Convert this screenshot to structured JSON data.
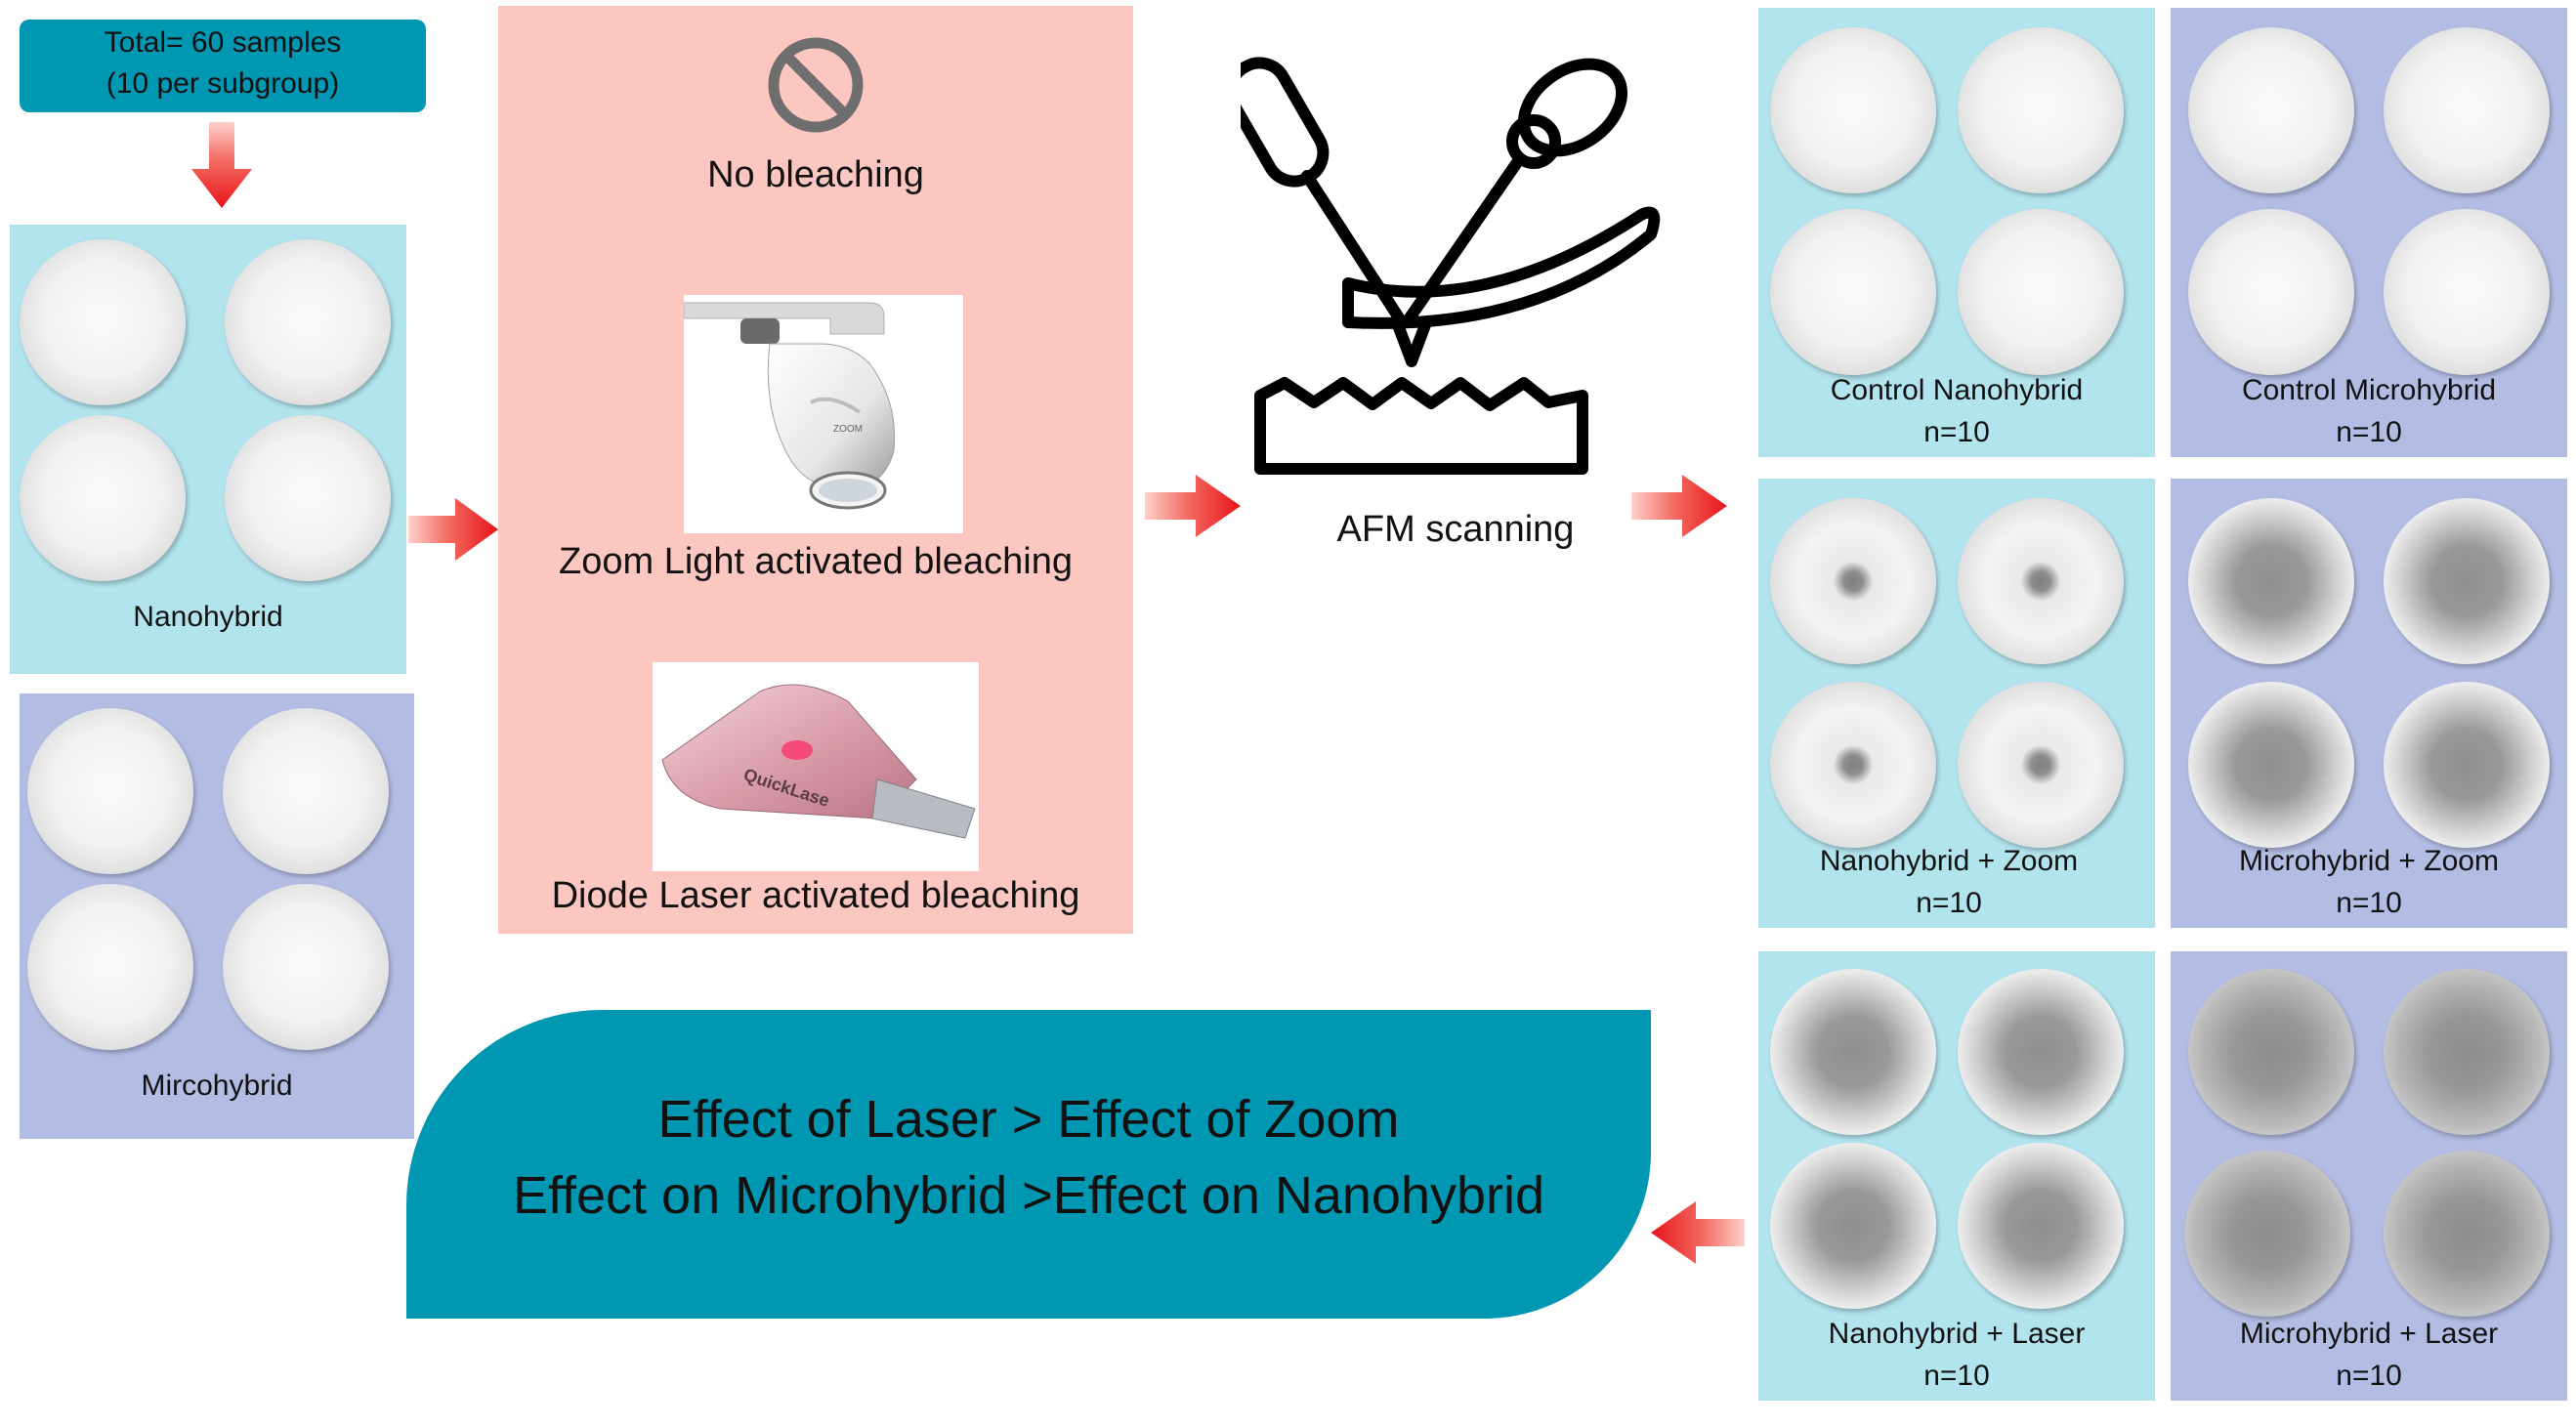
{
  "total_box": {
    "line1": "Total= 60 samples",
    "line2": "(10 per subgroup)"
  },
  "groups": {
    "nanohybrid": "Nanohybrid",
    "microhybrid": "Mircohybrid"
  },
  "treatments": {
    "none": "No bleaching",
    "zoom": "Zoom Light activated bleaching",
    "laser": "Diode Laser activated bleaching",
    "laser_device_text": "QuickLase",
    "zoom_device_text": "ZOOM"
  },
  "afm": {
    "label": "AFM scanning"
  },
  "subgroups": [
    {
      "name": "Control Nanohybrid",
      "n": "n=10"
    },
    {
      "name": "Control Microhybrid",
      "n": "n=10"
    },
    {
      "name": "Nanohybrid + Zoom",
      "n": "n=10"
    },
    {
      "name": "Microhybrid + Zoom",
      "n": "n=10"
    },
    {
      "name": "Nanohybrid + Laser",
      "n": "n=10"
    },
    {
      "name": "Microhybrid + Laser",
      "n": "n=10"
    }
  ],
  "conclusion": {
    "line1": "Effect of Laser > Effect of Zoom",
    "line2": "Effect on Microhybrid >Effect on Nanohybrid"
  },
  "colors": {
    "cyan_panel": "#b2e4ee",
    "lavender_panel": "#b3bde4",
    "pink_panel": "#fcc7c0",
    "teal": "#0097b2",
    "arrow": "#ee2a24"
  }
}
